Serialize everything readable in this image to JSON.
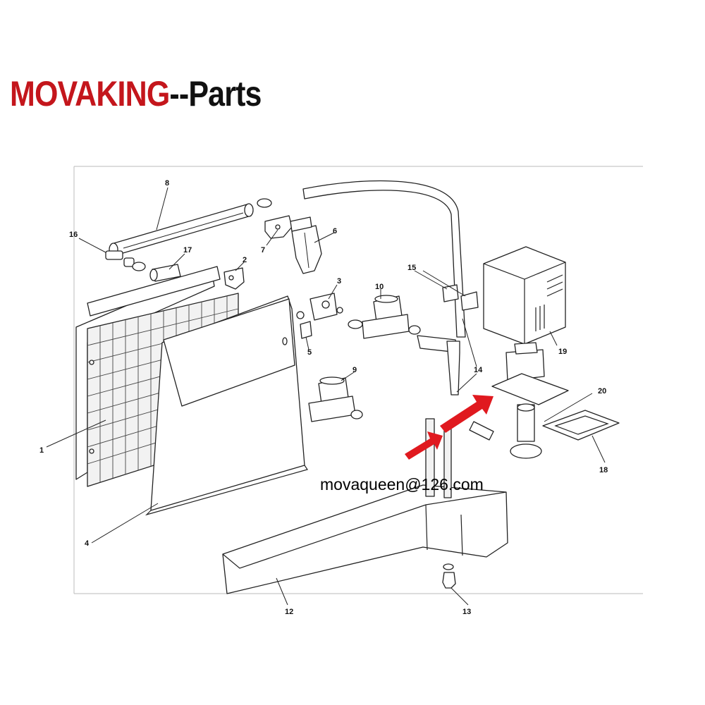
{
  "brand": {
    "part1": "MOVAKING",
    "part2": "--Parts",
    "color_primary": "#c4161c",
    "color_secondary": "#111111"
  },
  "watermark": {
    "email": "movaqueen@126.com"
  },
  "callouts": [
    "1",
    "2",
    "3",
    "4",
    "5",
    "6",
    "7",
    "8",
    "9",
    "10",
    "12",
    "13",
    "14",
    "15",
    "16",
    "17",
    "18",
    "19",
    "20"
  ],
  "arrow_color": "#e0191f"
}
